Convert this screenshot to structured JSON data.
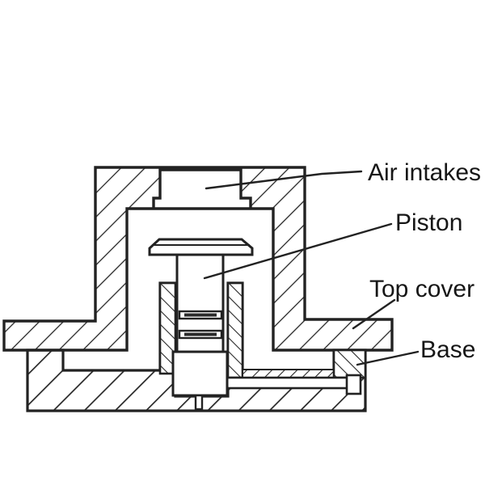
{
  "diagram": {
    "kind": "cross-section",
    "labels": {
      "air_intakes": "Air intakes",
      "piston": "Piston",
      "top_cover": "Top cover",
      "base": "Base"
    },
    "colors": {
      "line": "#222222",
      "background": "#ffffff",
      "text": "#161616"
    }
  }
}
